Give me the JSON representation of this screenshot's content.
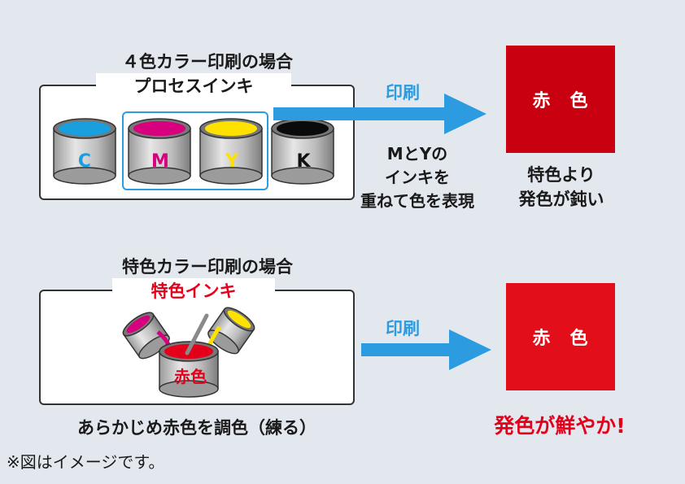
{
  "top": {
    "heading": "４色カラー印刷の場合",
    "panel_label": "プロセスインキ",
    "inks": [
      {
        "letter": "C",
        "color": "#1a9fde"
      },
      {
        "letter": "M",
        "color": "#d7007f"
      },
      {
        "letter": "Y",
        "color": "#ffe100"
      },
      {
        "letter": "K",
        "color": "#0a0a0a"
      }
    ],
    "arrow_label": "印刷",
    "swatch_label": "赤　色",
    "swatch_color": "#c8000f",
    "explanation_lines": [
      "MとYの",
      "インキを",
      "重ねて色を表現"
    ],
    "result_lines": [
      "特色より",
      "発色が鈍い"
    ]
  },
  "bottom": {
    "heading": "特色カラー印刷の場合",
    "panel_label": "特色インキ",
    "can_label": "赤色",
    "arrow_label": "印刷",
    "swatch_label": "赤　色",
    "swatch_color": "#e20f1a",
    "caption": "あらかじめ赤色を調色（練る）",
    "result": "発色が鮮やか!"
  },
  "footnote": "※図はイメージです。",
  "colors": {
    "accent_blue": "#2c9be0",
    "highlight_red": "#e4001a",
    "background": "#e3e8ee"
  }
}
